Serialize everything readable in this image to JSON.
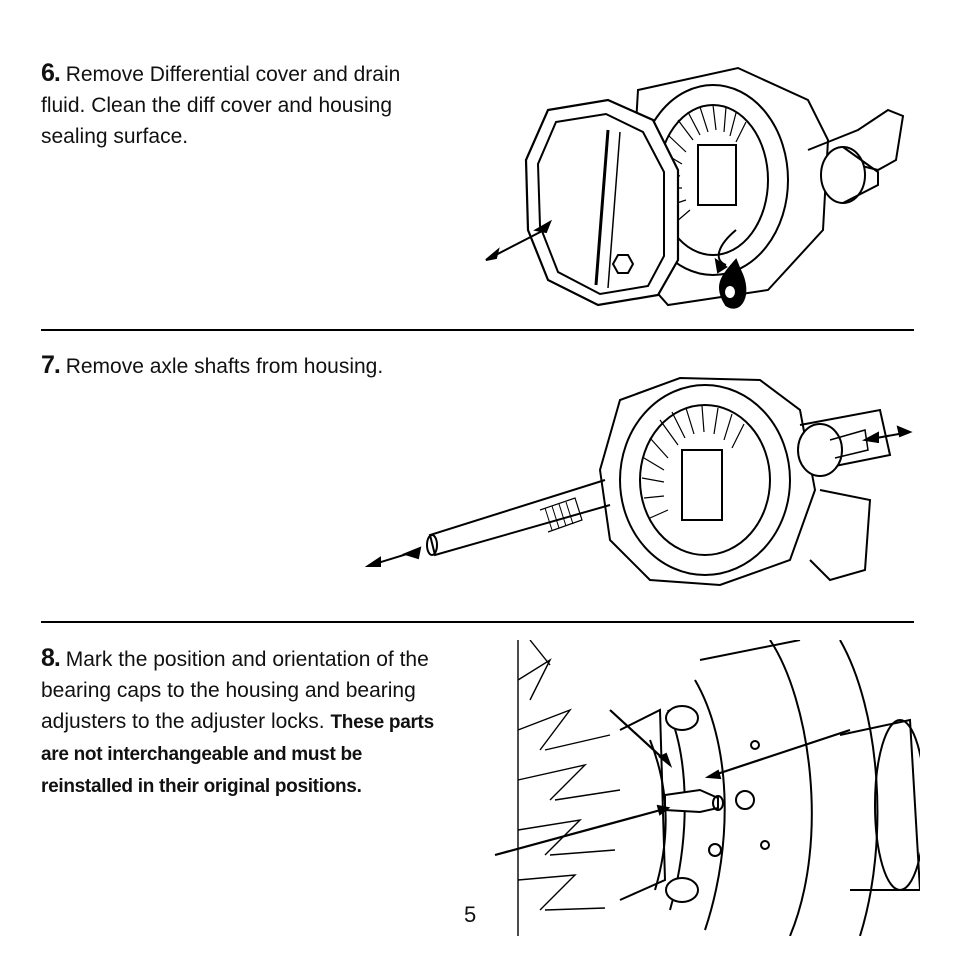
{
  "steps": [
    {
      "number": "6.",
      "text": "Remove Differential cover and drain fluid.  Clean the diff cover and housing sealing surface."
    },
    {
      "number": "7.",
      "text": "Remove axle shafts from housing."
    },
    {
      "number": "8.",
      "text": "Mark the position and orientation of the bearing caps to the housing and bearing adjusters to the adjuster locks.",
      "bold_text": "These parts are not interchangeable and must be reinstalled in their original positions."
    }
  ],
  "page_number": "5",
  "figures": [
    {
      "id": "cover-removal",
      "icon": "differential-cover-illustration"
    },
    {
      "id": "axle-shaft-removal",
      "icon": "axle-shaft-illustration"
    },
    {
      "id": "bearing-cap-marking",
      "icon": "bearing-cap-closeup-illustration"
    }
  ]
}
